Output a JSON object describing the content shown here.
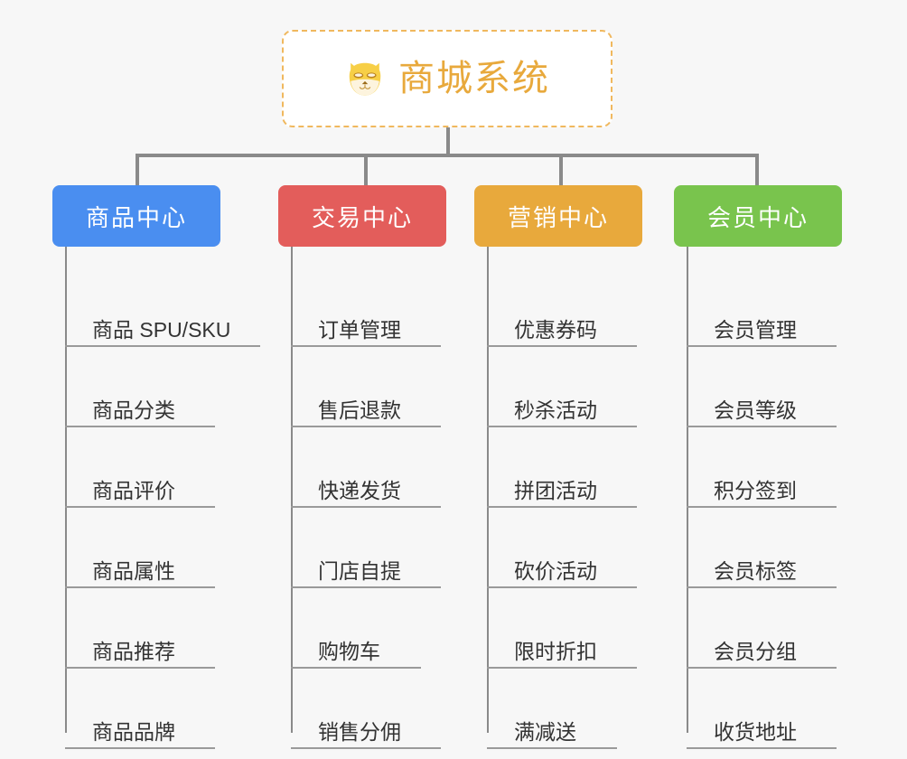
{
  "diagram": {
    "type": "mind-map",
    "background_color": "#f7f7f7",
    "root": {
      "title": "商城系统",
      "icon": "shiba-dog-icon",
      "text_color": "#e8a93c",
      "border_color": "#f0b85e",
      "background_color": "#ffffff"
    },
    "connector_color": "#8a8a8a",
    "branches": [
      {
        "label": "商品中心",
        "color": "#4a8ef0",
        "items": [
          "商品 SPU/SKU",
          "商品分类",
          "商品评价",
          "商品属性",
          "商品推荐",
          "商品品牌"
        ]
      },
      {
        "label": "交易中心",
        "color": "#e35d5b",
        "items": [
          "订单管理",
          "售后退款",
          "快递发货",
          "门店自提",
          "购物车",
          "销售分佣"
        ]
      },
      {
        "label": "营销中心",
        "color": "#e8a93c",
        "items": [
          "优惠券码",
          "秒杀活动",
          "拼团活动",
          "砍价活动",
          "限时折扣",
          "满减送"
        ]
      },
      {
        "label": "会员中心",
        "color": "#79c44d",
        "items": [
          "会员管理",
          "会员等级",
          "积分签到",
          "会员标签",
          "会员分组",
          "收货地址"
        ]
      }
    ]
  }
}
